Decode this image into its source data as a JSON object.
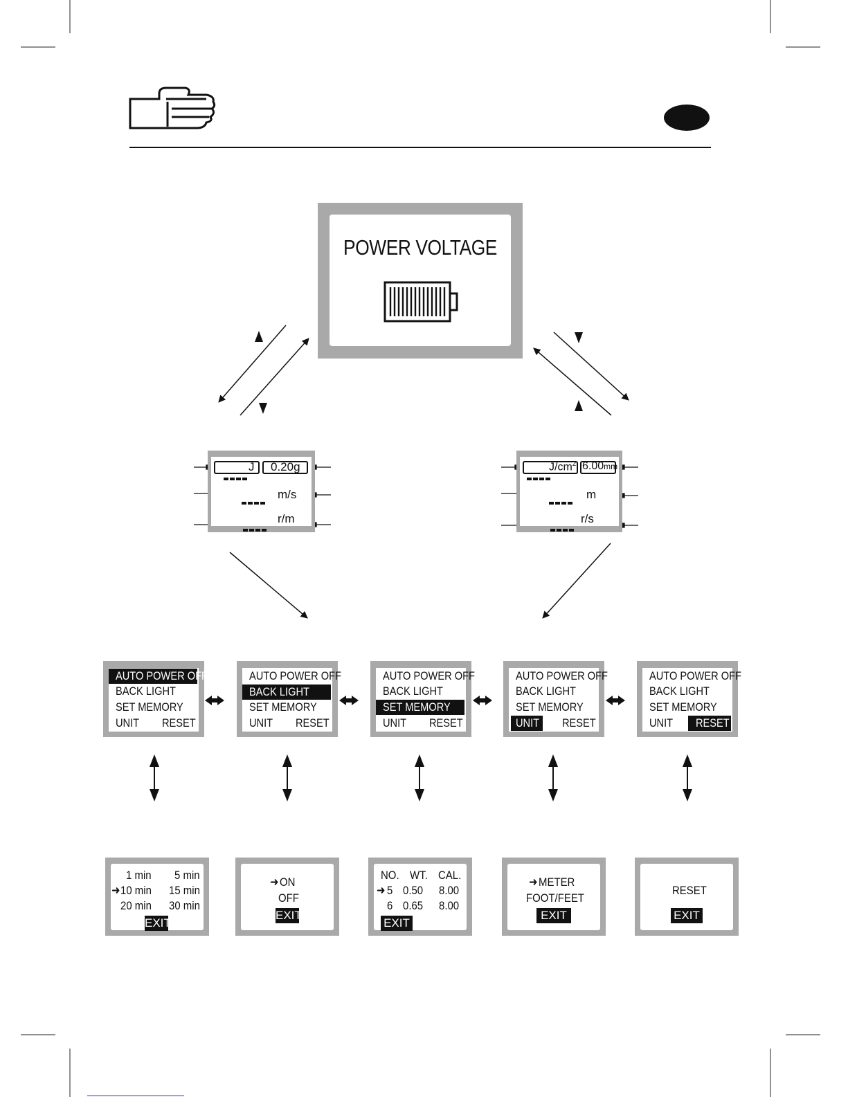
{
  "header": {
    "hand_icon": "pointing-hand-icon",
    "badge_icon": "black-oval-badge"
  },
  "power": {
    "title": "POWER VOLTAGE",
    "icon": "battery-icon"
  },
  "display_left": {
    "energy_unit": "J",
    "weight": "0.20g",
    "speed_unit": "m/s",
    "rate_unit": "r/m"
  },
  "display_right": {
    "energy_unit": "J/cm",
    "energy_exp": "2",
    "caliber": "6.00",
    "caliber_unit": "mm",
    "distance_unit": "m",
    "rate_unit": "r/s"
  },
  "menu": {
    "auto_power_off": "AUTO POWER OFF",
    "back_light": "BACK LIGHT",
    "set_memory": "SET  MEMORY",
    "unit": "UNIT",
    "reset": "RESET"
  },
  "sub_power_off": {
    "o1": "1 min",
    "o2": "5 min",
    "o3": "10 min",
    "o4": "15 min",
    "o5": "20 min",
    "o6": "30 min",
    "exit": "EXIT"
  },
  "sub_back_light": {
    "on": "ON",
    "off": "OFF",
    "exit": "EXIT"
  },
  "sub_memory": {
    "h1": "NO.",
    "h2": "WT.",
    "h3": "CAL.",
    "r1": [
      "5",
      "0.50",
      "8.00"
    ],
    "r2": [
      "6",
      "0.65",
      "8.00"
    ],
    "exit": "EXIT"
  },
  "sub_unit": {
    "meter": "METER",
    "foot": "FOOT/FEET",
    "exit": "EXIT"
  },
  "sub_reset": {
    "reset": "RESET",
    "exit": "EXIT"
  }
}
